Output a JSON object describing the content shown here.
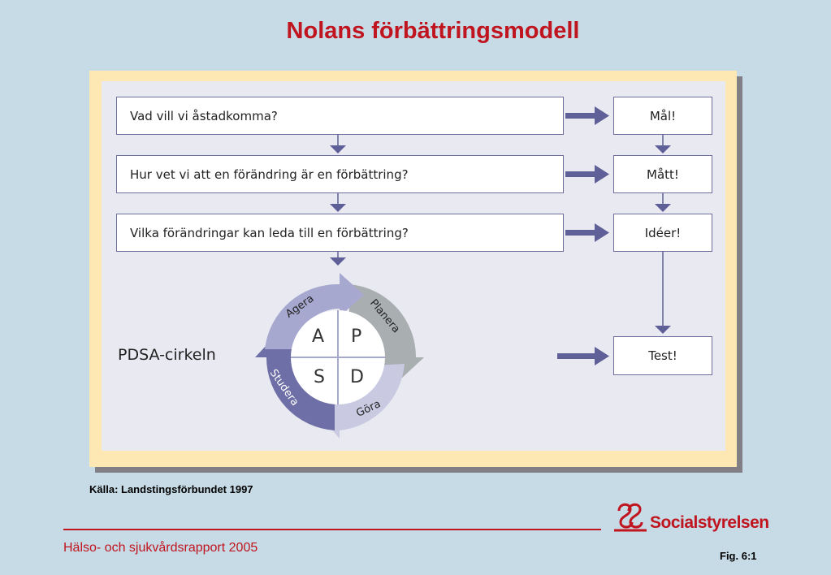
{
  "title": "Nolans förbättringsmodell",
  "questions": [
    "Vad vill vi åstadkomma?",
    "Hur vet vi att en förändring är en förbättring?",
    "Vilka förändringar kan leda till en förbättring?"
  ],
  "answers": [
    "Mål!",
    "Mått!",
    "Idéer!",
    "Test!"
  ],
  "pdsa_label": "PDSA-cirkeln",
  "cycle": {
    "quadrants": [
      "A",
      "P",
      "S",
      "D"
    ],
    "arc_labels": {
      "agera": "Agera",
      "planera": "Planera",
      "studera": "Studera",
      "gora": "Göra"
    },
    "colors": {
      "agera": "#a7a8cf",
      "planera": "#a9aeb0",
      "studera": "#6d6fa6",
      "gora": "#c9c9e2"
    }
  },
  "source": "Källa: Landstingsförbundet 1997",
  "footer": {
    "report": "Hälso- och sjukvårdsrapport 2005",
    "logo": "Socialstyrelsen",
    "fig": "Fig. 6:1"
  },
  "colors": {
    "accent": "#c0141e",
    "arrow": "#5f6098",
    "background": "#c6dbe6",
    "frame": "#fde8b3"
  }
}
